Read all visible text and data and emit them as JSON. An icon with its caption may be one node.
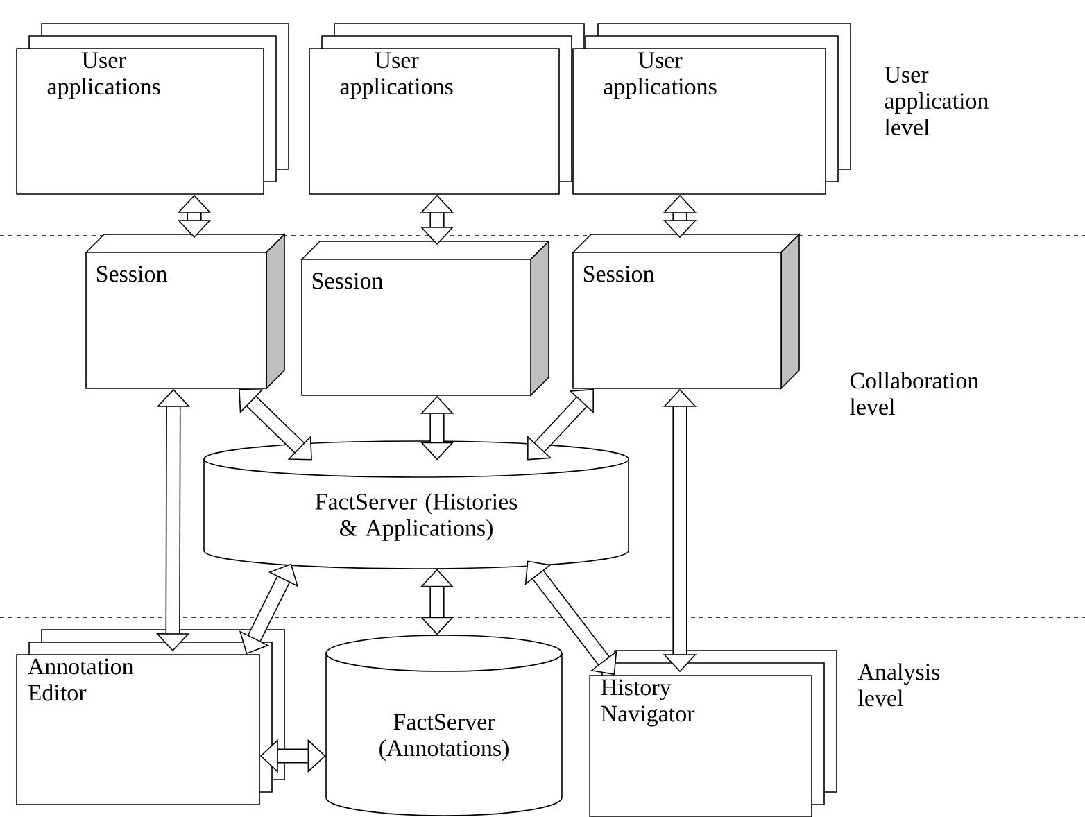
{
  "diagram": {
    "nodes": [
      {
        "text": [
          "User applications"
        ]
      },
      {
        "text": [
          "User applications"
        ]
      },
      {
        "text": [
          "User applications"
        ]
      },
      {
        "text": [
          "Session"
        ]
      },
      {
        "text": [
          "Session"
        ]
      },
      {
        "text": [
          "Session"
        ]
      },
      {
        "text": [
          "FactServer (Histories & Applications)"
        ]
      },
      {
        "text": [
          "Annotation Editor"
        ]
      },
      {
        "text": [
          "FactServer (Annotations)"
        ]
      },
      {
        "text": [
          "History Navigator"
        ]
      }
    ],
    "edges": [
      {
        "from": 0,
        "to": 3,
        "arrow": "both"
      },
      {
        "from": 1,
        "to": 4,
        "arrow": "both"
      },
      {
        "from": 2,
        "to": 5,
        "arrow": "both"
      },
      {
        "from": 3,
        "to": 6,
        "arrow": "both"
      },
      {
        "from": 4,
        "to": 6,
        "arrow": "both"
      },
      {
        "from": 5,
        "to": 6,
        "arrow": "both"
      },
      {
        "from": 3,
        "to": 7,
        "arrow": "both"
      },
      {
        "from": 5,
        "to": 9,
        "arrow": "both"
      },
      {
        "from": 6,
        "to": 7,
        "arrow": "both"
      },
      {
        "from": 6,
        "to": 8,
        "arrow": "both"
      },
      {
        "from": 6,
        "to": 9,
        "arrow": "both"
      },
      {
        "from": 7,
        "to": 8,
        "arrow": "both"
      }
    ],
    "labels": [
      "User application level",
      "Collaboration level",
      "Analysis level"
    ]
  }
}
